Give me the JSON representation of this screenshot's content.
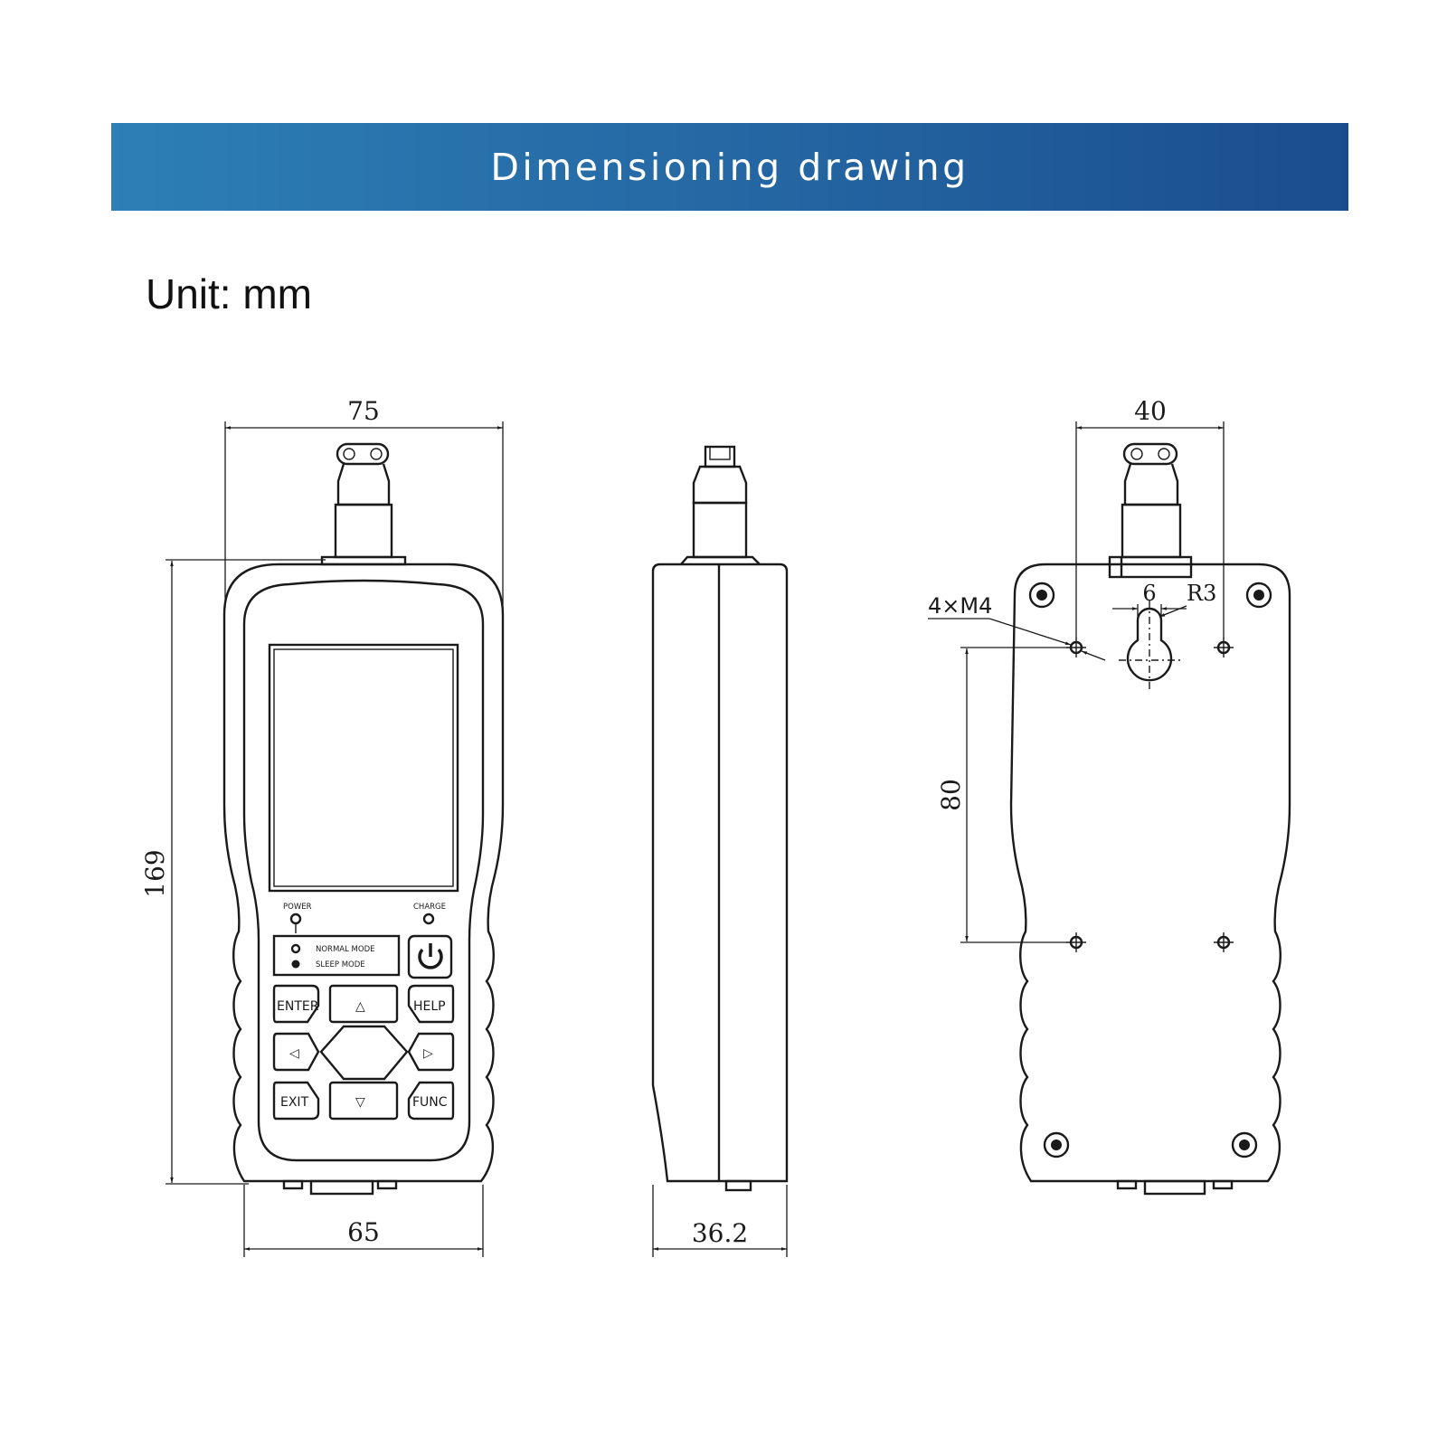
{
  "header": {
    "title": "Dimensioning drawing",
    "unit": "Unit: mm"
  },
  "front_view": {
    "dimensions": {
      "top_width": "75",
      "height": "169",
      "bottom_width": "65"
    },
    "indicators": {
      "power": "POWER",
      "charge": "CHARGE"
    },
    "modes": {
      "normal": "NORMAL  MODE",
      "sleep": "SLEEP  MODE"
    },
    "buttons": {
      "enter": "ENTER",
      "help": "HELP",
      "exit": "EXIT",
      "func": "FUNC",
      "up": "△",
      "down": "▽",
      "left": "◁",
      "right": "▷"
    }
  },
  "side_view": {
    "dimensions": {
      "thickness": "36.2"
    }
  },
  "back_view": {
    "dimensions": {
      "hole_spacing_h": "40",
      "hole_spacing_v": "80",
      "slot_width": "6",
      "slot_radius": "R3"
    },
    "holes_label": "4×M4"
  },
  "colors": {
    "banner_start": "#2d7fb6",
    "banner_end": "#1a4d8e",
    "line": "#1a1a1a"
  }
}
